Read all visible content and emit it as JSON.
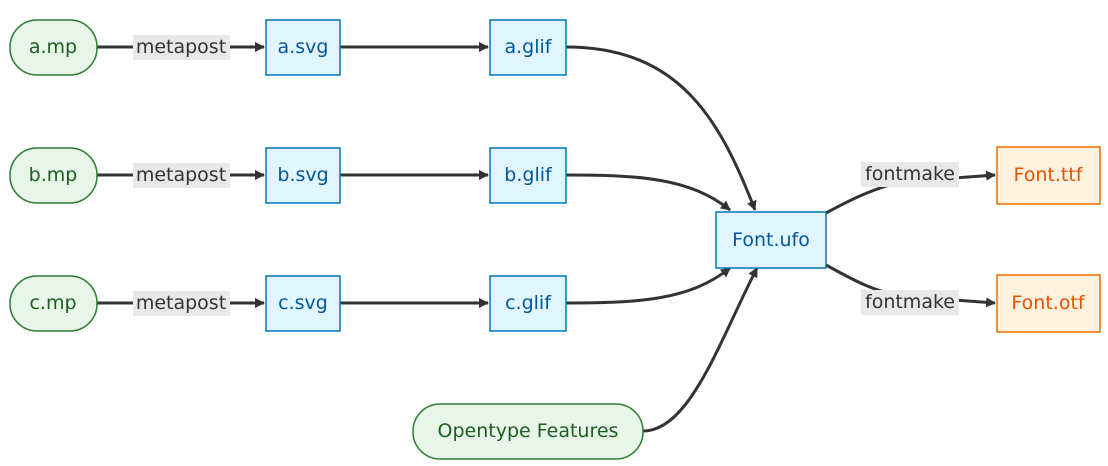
{
  "nodes": {
    "a_mp": "a.mp",
    "b_mp": "b.mp",
    "c_mp": "c.mp",
    "a_svg": "a.svg",
    "b_svg": "b.svg",
    "c_svg": "c.svg",
    "a_glif": "a.glif",
    "b_glif": "b.glif",
    "c_glif": "c.glif",
    "opentype": "Opentype Features",
    "font_ufo": "Font.ufo",
    "font_ttf": "Font.ttf",
    "font_otf": "Font.otf"
  },
  "edge_labels": {
    "a_metapost": "metapost",
    "b_metapost": "metapost",
    "c_metapost": "metapost",
    "ttf_fontmake": "fontmake",
    "otf_fontmake": "fontmake"
  },
  "colors": {
    "source_fill": "#e8f5e9",
    "source_stroke": "#2e7d32",
    "source_text": "#1b5e20",
    "mid_fill": "#e1f5fe",
    "mid_stroke": "#0277bd",
    "mid_text": "#01579b",
    "out_fill": "#fff3e0",
    "out_stroke": "#ef6c00",
    "out_text": "#e65100",
    "edge": "#333333",
    "edge_label_bg": "#e8e8e8"
  }
}
